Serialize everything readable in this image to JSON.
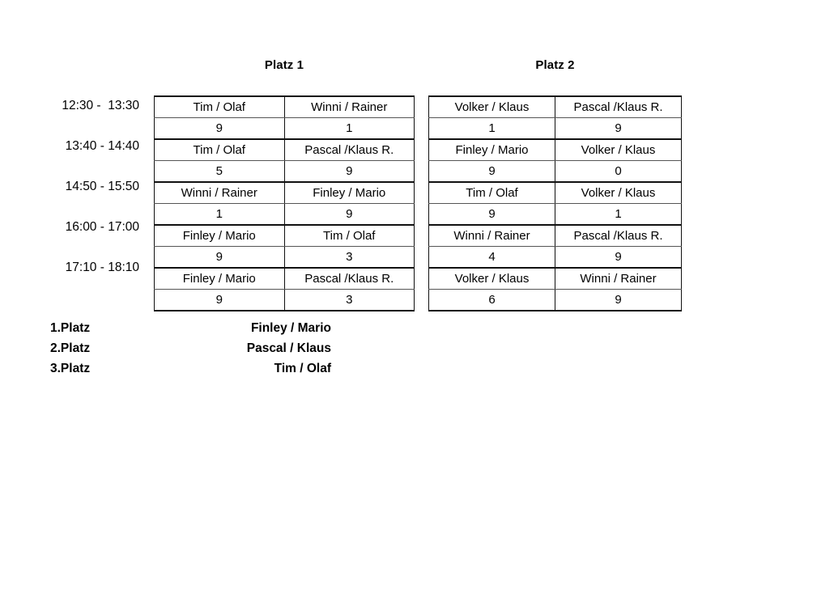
{
  "courts": [
    {
      "title": "Platz 1",
      "matches": [
        {
          "team_a": "Tim / Olaf",
          "team_b": "Winni / Rainer",
          "score_a": "9",
          "score_b": "1"
        },
        {
          "team_a": "Tim / Olaf",
          "team_b": "Pascal /Klaus R.",
          "score_a": "5",
          "score_b": "9"
        },
        {
          "team_a": "Winni / Rainer",
          "team_b": "Finley / Mario",
          "score_a": "1",
          "score_b": "9"
        },
        {
          "team_a": "Finley / Mario",
          "team_b": "Tim / Olaf",
          "score_a": "9",
          "score_b": "3"
        },
        {
          "team_a": "Finley / Mario",
          "team_b": "Pascal /Klaus R.",
          "score_a": "9",
          "score_b": "3"
        }
      ]
    },
    {
      "title": "Platz 2",
      "matches": [
        {
          "team_a": "Volker / Klaus",
          "team_b": "Pascal /Klaus R.",
          "score_a": "1",
          "score_b": "9"
        },
        {
          "team_a": "Finley / Mario",
          "team_b": "Volker / Klaus",
          "score_a": "9",
          "score_b": "0"
        },
        {
          "team_a": "Tim / Olaf",
          "team_b": "Volker / Klaus",
          "score_a": "9",
          "score_b": "1"
        },
        {
          "team_a": "Winni / Rainer",
          "team_b": "Pascal /Klaus R.",
          "score_a": "4",
          "score_b": "9"
        },
        {
          "team_a": "Volker / Klaus",
          "team_b": "Winni / Rainer",
          "score_a": "6",
          "score_b": "9"
        }
      ]
    }
  ],
  "time_slots": [
    "12:30 -  13:30",
    "13:40 - 14:40",
    "14:50 - 15:50",
    "16:00 - 17:00",
    "17:10 - 18:10"
  ],
  "ranking": [
    {
      "label": "1.Platz",
      "team": "Finley / Mario"
    },
    {
      "label": "2.Platz",
      "team": "Pascal / Klaus"
    },
    {
      "label": "3.Platz",
      "team": "Tim / Olaf"
    }
  ],
  "colors": {
    "background": "#ffffff",
    "text": "#000000",
    "border_thick": "#111111",
    "border_thin": "#555555"
  }
}
